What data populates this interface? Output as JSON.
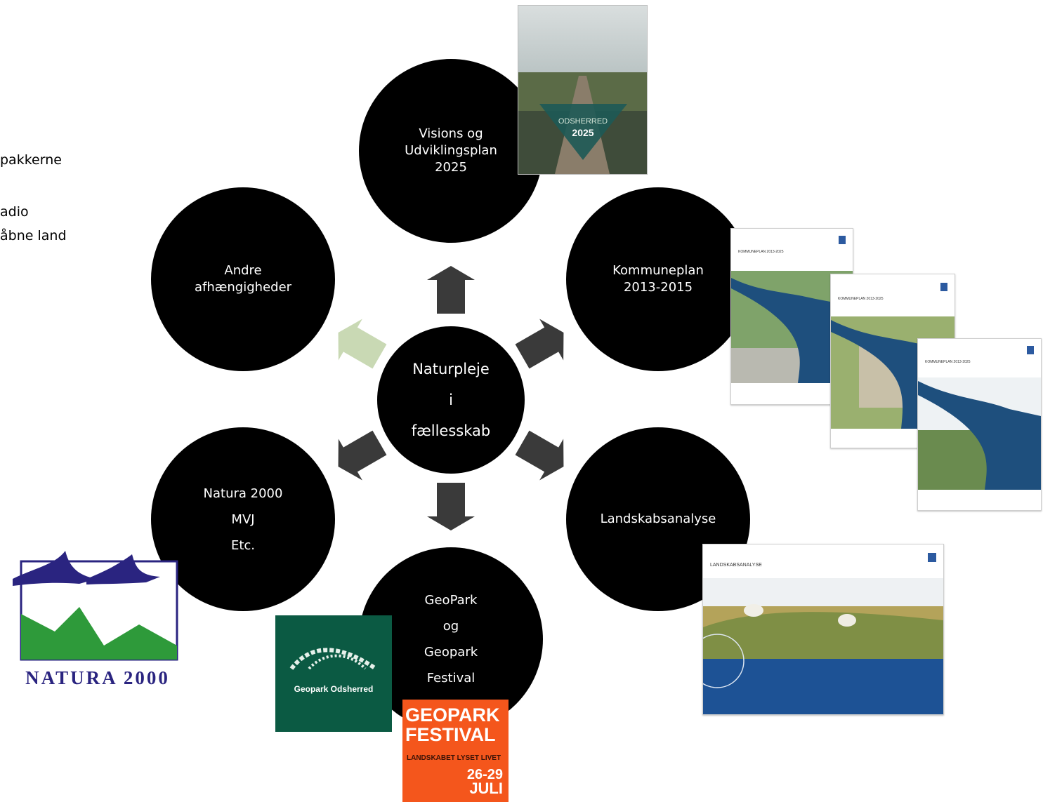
{
  "left_text": [
    "pakkerne",
    "adio",
    "åbne land"
  ],
  "center": [
    "Naturpleje",
    "i",
    "fællesskab"
  ],
  "circles": {
    "top": [
      "Visions og",
      "Udviklingsplan",
      "2025"
    ],
    "upper_right": [
      "Kommuneplan",
      "2013-2015"
    ],
    "lower_right": [
      "Landskabsanalyse"
    ],
    "bottom": [
      "GeoPark",
      "og",
      "Geopark",
      "Festival"
    ],
    "lower_left": [
      "Natura 2000",
      "MVJ",
      "Etc."
    ],
    "upper_left": [
      "Andre",
      "afhængigheder"
    ]
  },
  "images": {
    "visionsplan_cover": {
      "brand": "ODSHERRED",
      "year": "2025"
    },
    "kommuneplan_title": "KOMMUNEPLAN 2013-2025",
    "landskabsanalyse_title": "LANDSKABSANALYSE",
    "natura_logo_text": "NATURA 2000",
    "geopark_logo_text": "Geopark Odsherred",
    "festival_poster": {
      "line1": "GEOPARK",
      "line2": "FESTIVAL",
      "tagline": "LANDSKABET LYSET LIVET",
      "dates": "26-29",
      "month": "JULI"
    }
  },
  "colors": {
    "circle": "#000000",
    "arrow": "#3a3a3a",
    "arrow_highlight": "#c9d9b4",
    "geopark_green": "#0b5a43",
    "festival_orange": "#f4561c",
    "natura_blue": "#2a2480",
    "natura_green": "#2e9a3a"
  }
}
